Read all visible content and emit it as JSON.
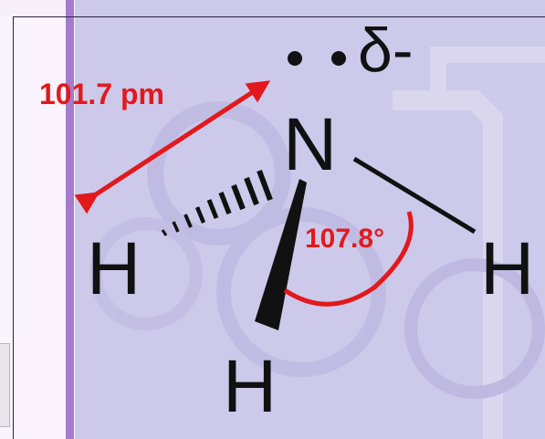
{
  "molecule": {
    "central_atom": "N",
    "lone_pair": "••",
    "partial_charge": "δ-",
    "hydrogens": [
      "H",
      "H",
      "H"
    ]
  },
  "annotations": {
    "bond_length": "101.7 pm",
    "bond_angle": "107.8°"
  },
  "colors": {
    "annotation": "#e2191c",
    "bond": "#111111",
    "background_panel": "#cdc9ea",
    "accent_bar": "#a57bd0"
  }
}
